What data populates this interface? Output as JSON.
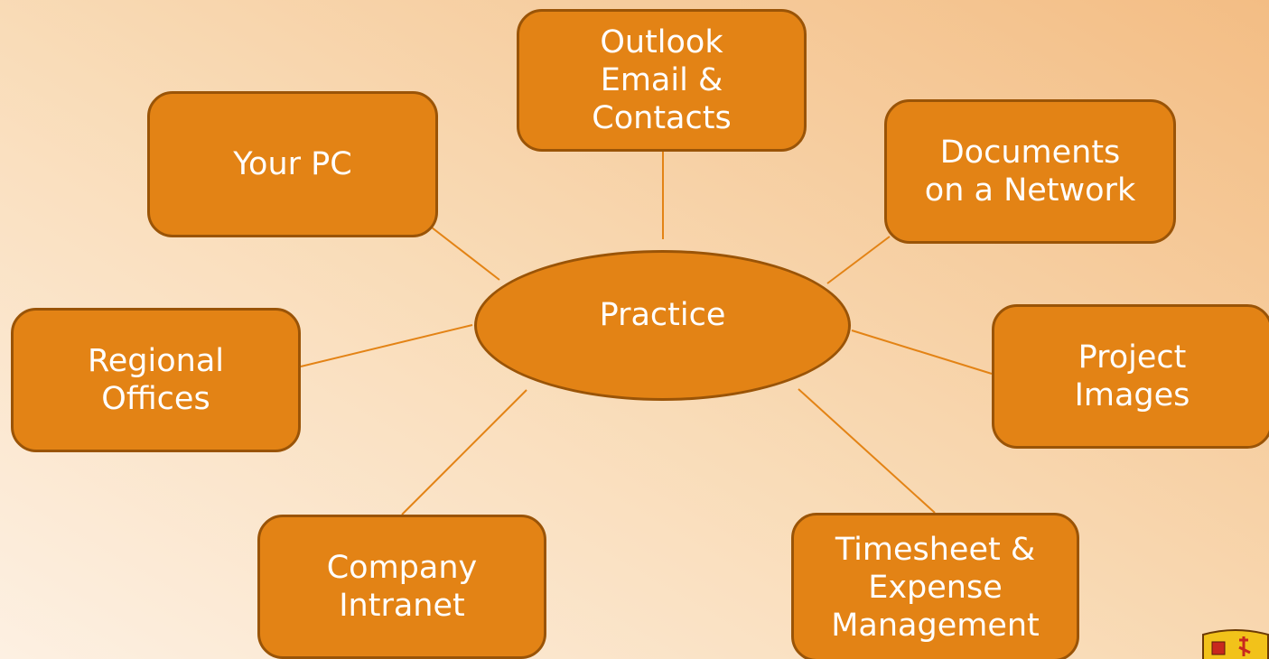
{
  "hub": {
    "label": "Practice"
  },
  "nodes": {
    "outlook": "Outlook\nEmail &\nContacts",
    "your_pc": "Your PC",
    "documents": "Documents\non a Network",
    "regional": "Regional\nOffices",
    "project": "Project\nImages",
    "intranet": "Company\nIntranet",
    "timesheet": "Timesheet &\nExpense\nManagement"
  },
  "colors": {
    "node_fill": "#e38315",
    "node_border": "#9a5407",
    "connector": "#e38315",
    "text": "#ffffff"
  },
  "icons": {
    "corner_logo": "crest-logo"
  }
}
